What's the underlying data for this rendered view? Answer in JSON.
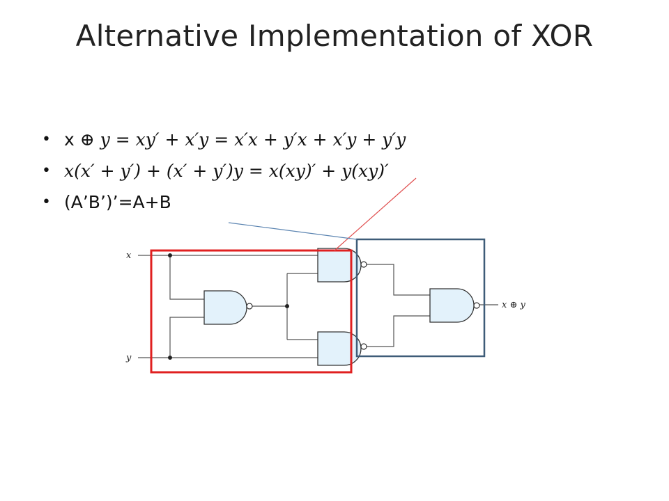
{
  "title": "Alternative Implementation of XOR",
  "bullets": [
    {
      "marker": "•",
      "prefix": "x",
      "text": " ⊕ 𝑦 = 𝑥𝑦′ + 𝑥′𝑦 = 𝑥′𝑥 + 𝑦′𝑥 + 𝑥′𝑦 + 𝑦′𝑦"
    },
    {
      "marker": "•",
      "text": "𝑥(𝑥′ + 𝑦′) + (𝑥′ + 𝑦′)𝑦 = 𝑥(𝑥𝑦)′ + 𝑦(𝑥𝑦)′"
    },
    {
      "marker": "•",
      "text": "(A’B’)’=A+B"
    }
  ],
  "circuit": {
    "input_x": "x",
    "input_y": "y",
    "output": "x ⊕ y"
  },
  "colors": {
    "red_box": "#e02020",
    "blue_box": "#3e5c78",
    "gate_fill": "#e3f2fb",
    "red_pointer": "#e05050",
    "blue_pointer": "#5b84b1"
  }
}
